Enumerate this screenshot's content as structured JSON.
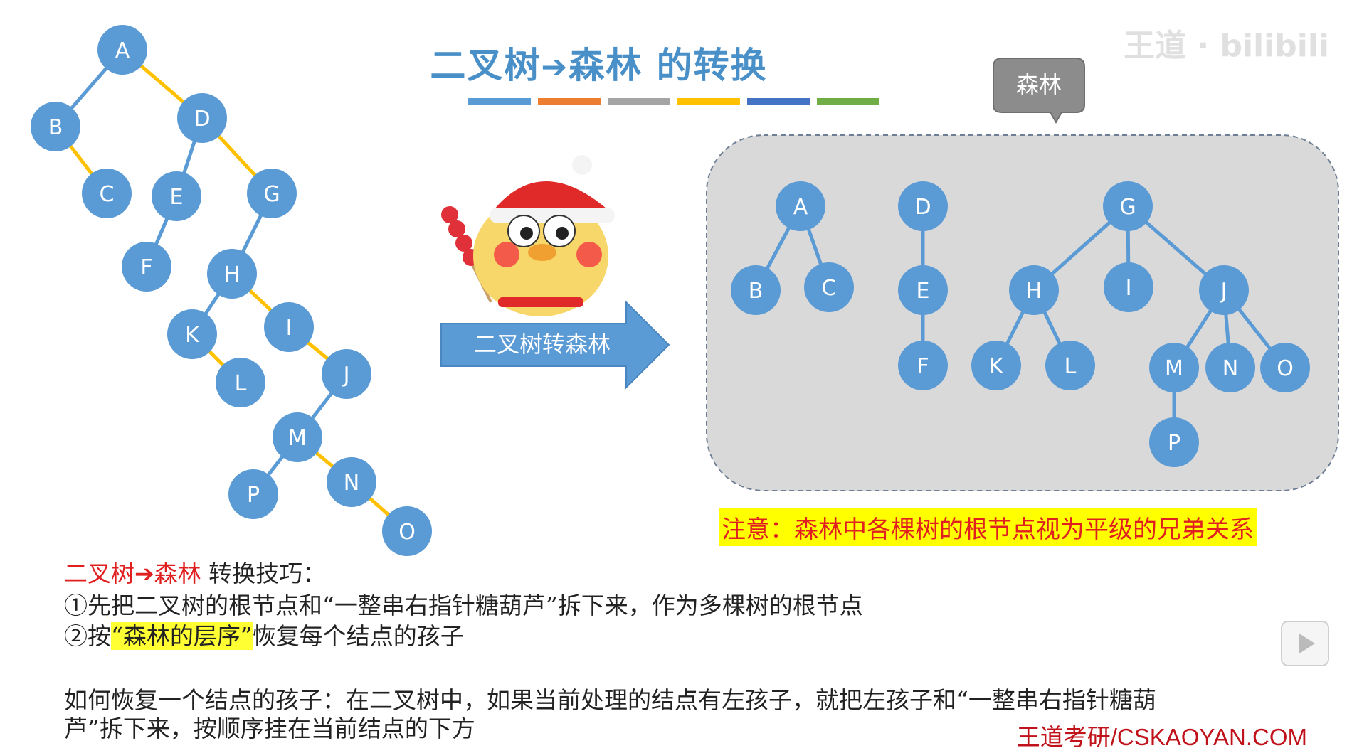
{
  "title": {
    "prefix": "二叉树",
    "arrow": "➔",
    "suffix": "森林 的转换"
  },
  "color_bar": [
    "#5b9bd5",
    "#ed7d31",
    "#a5a5a5",
    "#ffc000",
    "#4472c4",
    "#70ad47"
  ],
  "binary_tree": {
    "nodes": [
      {
        "id": "A",
        "label": "A"
      },
      {
        "id": "B",
        "label": "B"
      },
      {
        "id": "D",
        "label": "D"
      },
      {
        "id": "C",
        "label": "C"
      },
      {
        "id": "E",
        "label": "E"
      },
      {
        "id": "G",
        "label": "G"
      },
      {
        "id": "F",
        "label": "F"
      },
      {
        "id": "H",
        "label": "H"
      },
      {
        "id": "K",
        "label": "K"
      },
      {
        "id": "I",
        "label": "I"
      },
      {
        "id": "L",
        "label": "L"
      },
      {
        "id": "J",
        "label": "J"
      },
      {
        "id": "M",
        "label": "M"
      },
      {
        "id": "P",
        "label": "P"
      },
      {
        "id": "N",
        "label": "N"
      },
      {
        "id": "O",
        "label": "O"
      }
    ],
    "edges": [
      {
        "from": "A",
        "to": "B",
        "kind": "left"
      },
      {
        "from": "A",
        "to": "D",
        "kind": "right"
      },
      {
        "from": "B",
        "to": "C",
        "kind": "right"
      },
      {
        "from": "D",
        "to": "E",
        "kind": "left"
      },
      {
        "from": "D",
        "to": "G",
        "kind": "right"
      },
      {
        "from": "E",
        "to": "F",
        "kind": "left"
      },
      {
        "from": "G",
        "to": "H",
        "kind": "left"
      },
      {
        "from": "H",
        "to": "K",
        "kind": "left"
      },
      {
        "from": "H",
        "to": "I",
        "kind": "right"
      },
      {
        "from": "K",
        "to": "L",
        "kind": "right"
      },
      {
        "from": "I",
        "to": "J",
        "kind": "right"
      },
      {
        "from": "J",
        "to": "M",
        "kind": "left"
      },
      {
        "from": "M",
        "to": "P",
        "kind": "left"
      },
      {
        "from": "M",
        "to": "N",
        "kind": "right"
      },
      {
        "from": "N",
        "to": "O",
        "kind": "right"
      }
    ]
  },
  "arrow_label": "二叉树转森林",
  "callout_label": "森林",
  "forest": {
    "nodes": [
      {
        "id": "A",
        "label": "A"
      },
      {
        "id": "B",
        "label": "B"
      },
      {
        "id": "C",
        "label": "C"
      },
      {
        "id": "D",
        "label": "D"
      },
      {
        "id": "E",
        "label": "E"
      },
      {
        "id": "F",
        "label": "F"
      },
      {
        "id": "G",
        "label": "G"
      },
      {
        "id": "H",
        "label": "H"
      },
      {
        "id": "I",
        "label": "I"
      },
      {
        "id": "J",
        "label": "J"
      },
      {
        "id": "K",
        "label": "K"
      },
      {
        "id": "L",
        "label": "L"
      },
      {
        "id": "M",
        "label": "M"
      },
      {
        "id": "N",
        "label": "N"
      },
      {
        "id": "O",
        "label": "O"
      },
      {
        "id": "P",
        "label": "P"
      }
    ],
    "edges": [
      {
        "from": "A",
        "to": "B"
      },
      {
        "from": "A",
        "to": "C"
      },
      {
        "from": "D",
        "to": "E"
      },
      {
        "from": "E",
        "to": "F"
      },
      {
        "from": "G",
        "to": "H"
      },
      {
        "from": "G",
        "to": "I"
      },
      {
        "from": "G",
        "to": "J"
      },
      {
        "from": "H",
        "to": "K"
      },
      {
        "from": "H",
        "to": "L"
      },
      {
        "from": "J",
        "to": "M"
      },
      {
        "from": "J",
        "to": "N"
      },
      {
        "from": "J",
        "to": "O"
      },
      {
        "from": "M",
        "to": "P"
      }
    ]
  },
  "note": "注意：森林中各棵树的根节点视为平级的兄弟关系",
  "tips": {
    "heading_red": "二叉树➔森林",
    "heading_rest": " 转换技巧：",
    "step1": "①先把二叉树的根节点和“一整串右指针糖葫芦”拆下来，作为多棵树的根节点",
    "step2_prefix": "②按",
    "step2_highlight": "“森林的层序”",
    "step2_suffix": "恢复每个结点的孩子",
    "how_line1": "如何恢复一个结点的孩子：在二叉树中，如果当前处理的结点有左孩子，就把左孩子和“一整串右指针糖葫",
    "how_line2": "芦”拆下来，按顺序挂在当前结点的下方"
  },
  "watermark_top": "王道 · bilibili",
  "watermark_bottom": "王道考研/CSKAOYAN.COM",
  "colors": {
    "node": "#5b9bd5",
    "left_edge": "#5b9bd5",
    "right_edge": "#ffc000",
    "forest_panel": "#d9d9d9",
    "callout": "#8c8c8c",
    "arrow": "#5b9bd5",
    "title": "#4a90c8"
  }
}
